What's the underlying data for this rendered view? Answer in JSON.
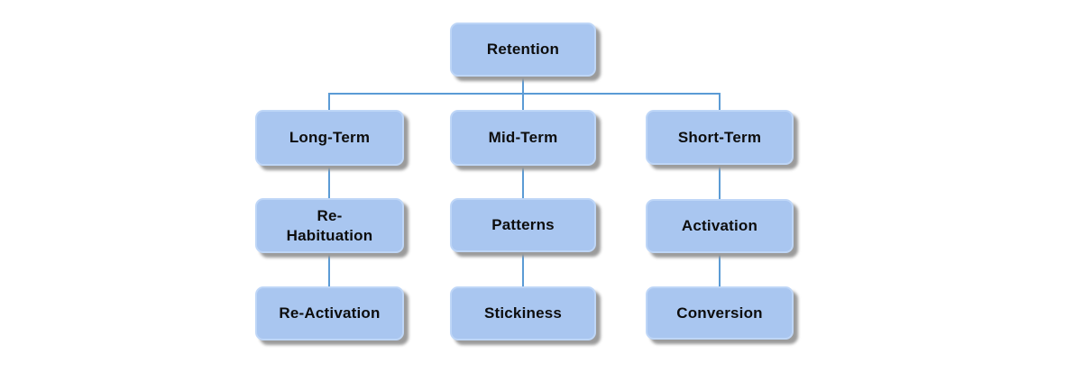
{
  "diagram": {
    "type": "tree",
    "colors": {
      "node_fill": "#a9c6f0",
      "node_border": "#bed6f7",
      "connector": "#5b9bd5",
      "text": "#0d0d0d",
      "shadow": "#9b9b9b"
    },
    "nodes": {
      "retention": {
        "label": "Retention"
      },
      "long_term": {
        "label": "Long-Term"
      },
      "mid_term": {
        "label": "Mid-Term"
      },
      "short_term": {
        "label": "Short-Term"
      },
      "re_habituation": {
        "label": "Re-\nHabituation"
      },
      "patterns": {
        "label": "Patterns"
      },
      "activation": {
        "label": "Activation"
      },
      "re_activation": {
        "label": "Re-Activation"
      },
      "stickiness": {
        "label": "Stickiness"
      },
      "conversion": {
        "label": "Conversion"
      }
    },
    "edges": [
      {
        "from": "retention",
        "to": "long_term"
      },
      {
        "from": "retention",
        "to": "mid_term"
      },
      {
        "from": "retention",
        "to": "short_term"
      },
      {
        "from": "long_term",
        "to": "re_habituation"
      },
      {
        "from": "re_habituation",
        "to": "re_activation"
      },
      {
        "from": "mid_term",
        "to": "patterns"
      },
      {
        "from": "patterns",
        "to": "stickiness"
      },
      {
        "from": "short_term",
        "to": "activation"
      },
      {
        "from": "activation",
        "to": "conversion"
      }
    ]
  }
}
